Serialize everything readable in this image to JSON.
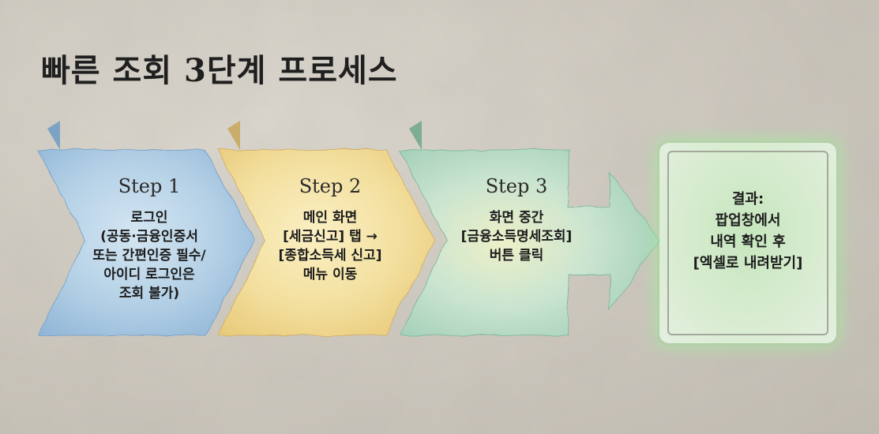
{
  "title": "빠른 조회 3단계 프로세스",
  "colors": {
    "background": "#cfcac0",
    "step1": "#a9c8e0",
    "step2": "#f1dc95",
    "step3": "#b5dcc6",
    "result_glow": "#a8e6a0"
  },
  "steps": [
    {
      "label": "Step 1",
      "description": "로그인\n(공동·금융인증서\n또는 간편인증 필수/\n아이디 로그인은\n조회 불가)"
    },
    {
      "label": "Step 2",
      "description": "메인 화면\n[세금신고] 탭 →\n[종합소득세 신고]\n메뉴 이동"
    },
    {
      "label": "Step 3",
      "description": "화면 중간\n[금융소득명세조회]\n버튼 클릭"
    }
  ],
  "result": {
    "text": "결과:\n팝업창에서\n내역 확인 후\n[엑셀로 내려받기]"
  }
}
